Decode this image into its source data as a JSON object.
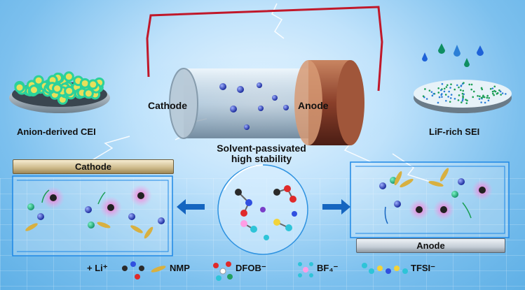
{
  "labels": {
    "cathode": "Cathode",
    "anode": "Anode",
    "cei": "Anion-derived CEI",
    "sei": "LiF-rich SEI",
    "center_line1": "Solvent-passivated",
    "center_line2": "high stability",
    "cathode_bar": "Cathode",
    "anode_bar": "Anode"
  },
  "legend": {
    "li": "Li⁺",
    "nmp": "NMP",
    "dfob": "DFOB⁻",
    "bf4": "BF₄⁻",
    "tfsi": "TFSI⁻"
  },
  "colors": {
    "wire": "#c0182a",
    "lithium": "#3b4fd6",
    "anion_halo": "#f06ad0",
    "panel_line": "#1e88e5",
    "arrow": "#1565c0",
    "coating_green": "#2bd19a",
    "coating_yellow": "#e8e05a"
  }
}
